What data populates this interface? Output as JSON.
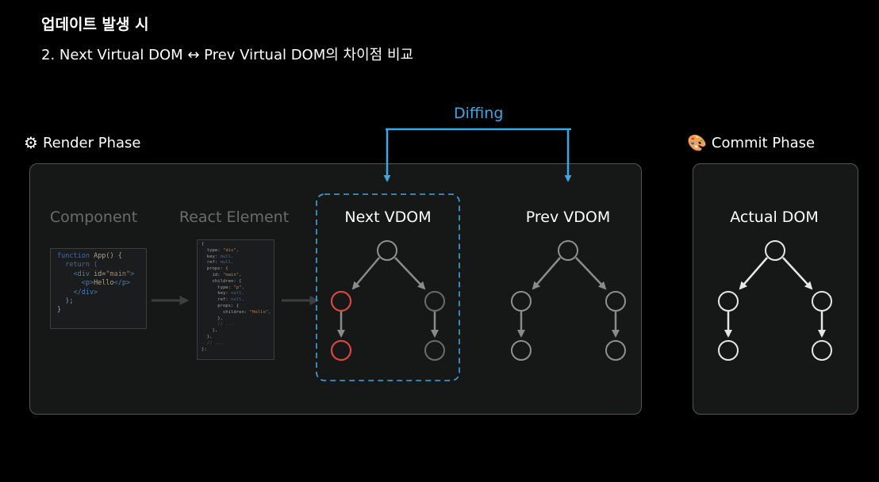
{
  "header": {
    "title": "업데이트 발생 시",
    "subtitle": "2. Next Virtual DOM ↔ Prev Virtual DOM의 차이점 비교"
  },
  "render_phase": {
    "label": "Render Phase",
    "icon": "gear-icon",
    "columns": {
      "component": "Component",
      "react_element": "React Element",
      "next_vdom": "Next VDOM",
      "prev_vdom": "Prev VDOM"
    }
  },
  "commit_phase": {
    "label": "Commit Phase",
    "icon": "palette-icon",
    "actual_dom": "Actual DOM"
  },
  "diffing_label": "Diffing",
  "component_code": {
    "line1_kw": "function",
    "line1_fn": " App() {",
    "line2": "  return (",
    "line3_open": "    <div ",
    "line3_attr": "id=",
    "line3_str": "\"main\"",
    "line3_close": ">",
    "line4_open": "      <p>",
    "line4_text": "Hello",
    "line4_close": "</p>",
    "line5": "    </div>",
    "line6": "  );",
    "line7": "}"
  },
  "element_code": {
    "l1": "{",
    "l2a": "  type: ",
    "l2b": "\"div\",",
    "l3a": "  key: ",
    "l3b": "null,",
    "l4a": "  ref: ",
    "l4b": "null,",
    "l5": "  props: {",
    "l6a": "    id: ",
    "l6b": "\"main\",",
    "l7": "    children: {",
    "l8a": "      type: ",
    "l8b": "\"p\",",
    "l9a": "      key: ",
    "l9b": "null,",
    "l10a": "      ref: ",
    "l10b": "null,",
    "l11": "      props: {",
    "l12a": "        children: ",
    "l12b": "\"Hello\",",
    "l13": "      },",
    "l14": "      // ...",
    "l15": "    },",
    "l16": "  },",
    "l17": "  // ...",
    "l18": "};"
  },
  "colors": {
    "background": "#000000",
    "panel": "#161717",
    "diffing_accent": "#3aa7e6",
    "changed_node": "#d9463f",
    "dim_node": "#6b6b6b",
    "active_node": "#e6e6e6"
  }
}
